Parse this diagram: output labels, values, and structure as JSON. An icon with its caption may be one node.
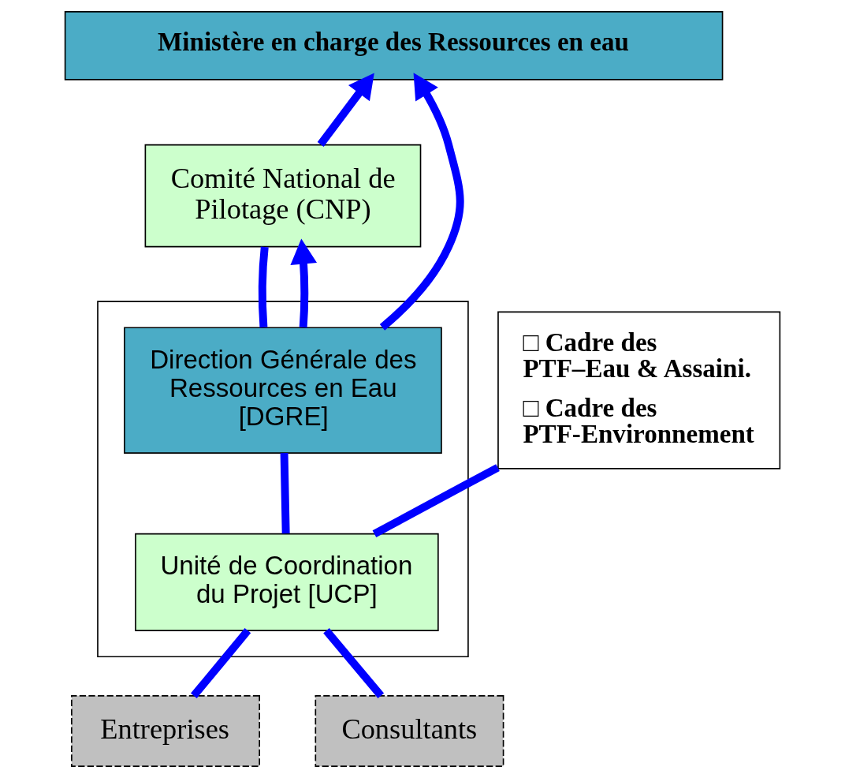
{
  "diagram": {
    "nodes": [
      {
        "text": [
          "Ministère en charge des Ressources en eau"
        ]
      },
      {
        "text": [
          "Comité National de Pilotage (CNP)"
        ]
      },
      {
        "text": [],
        "shape": "box"
      },
      {
        "text": [
          "Direction Générale des Ressources en Eau [DGRE]"
        ],
        "in": 2
      },
      {
        "text": [
          "Unité de Coordination du Projet [UCP]"
        ],
        "in": 2
      },
      {
        "text": [
          "□ Cadre des PTF–Eau & Assaini.",
          "□ Cadre des PTF-Environnement"
        ]
      },
      {
        "text": [
          "Entreprises"
        ]
      },
      {
        "text": [
          "Consultants"
        ]
      }
    ],
    "edges": [
      {
        "from": 1,
        "to": 0,
        "arrow": "to"
      },
      {
        "from": 3,
        "to": 0,
        "arrow": "to"
      },
      {
        "from": 1,
        "to": 3,
        "arrow": "none"
      },
      {
        "from": 3,
        "to": 1,
        "arrow": "to"
      },
      {
        "from": 3,
        "to": 4,
        "arrow": "none"
      },
      {
        "from": 5,
        "to": 4,
        "arrow": "none"
      },
      {
        "from": 4,
        "to": 6,
        "arrow": "none"
      },
      {
        "from": 4,
        "to": 7,
        "arrow": "none"
      }
    ]
  }
}
